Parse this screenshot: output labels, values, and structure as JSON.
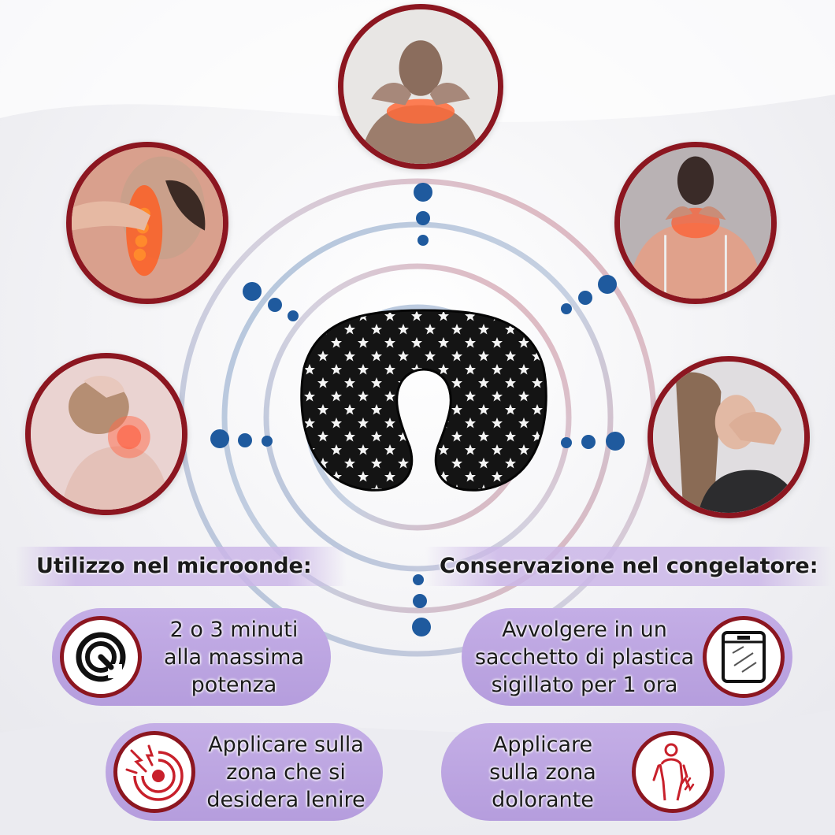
{
  "sections": {
    "microwave": {
      "title": "Utilizzo nel microonde:",
      "items": [
        {
          "icon": "microwave-dial-icon",
          "lines": [
            "2 o 3 minuti",
            "alla massima",
            "potenza"
          ]
        },
        {
          "icon": "pain-target-icon",
          "lines": [
            "Applicare sulla",
            "zona che si",
            "desidera lenire"
          ]
        }
      ]
    },
    "freezer": {
      "title": "Conservazione nel congelatore:",
      "items": [
        {
          "icon": "sealed-bag-icon",
          "lines": [
            "Avvolgere in un",
            "sacchetto di plastica",
            "sigillato per 1 ora"
          ]
        },
        {
          "icon": "sore-back-icon",
          "lines": [
            "Applicare",
            "sulla zona",
            "dolorante"
          ]
        }
      ]
    }
  },
  "colors": {
    "accent_red": "#8c1620",
    "dot_blue": "#1f5a9e",
    "pill_purple": "#bfa6e2",
    "pillow_black": "#141414"
  }
}
